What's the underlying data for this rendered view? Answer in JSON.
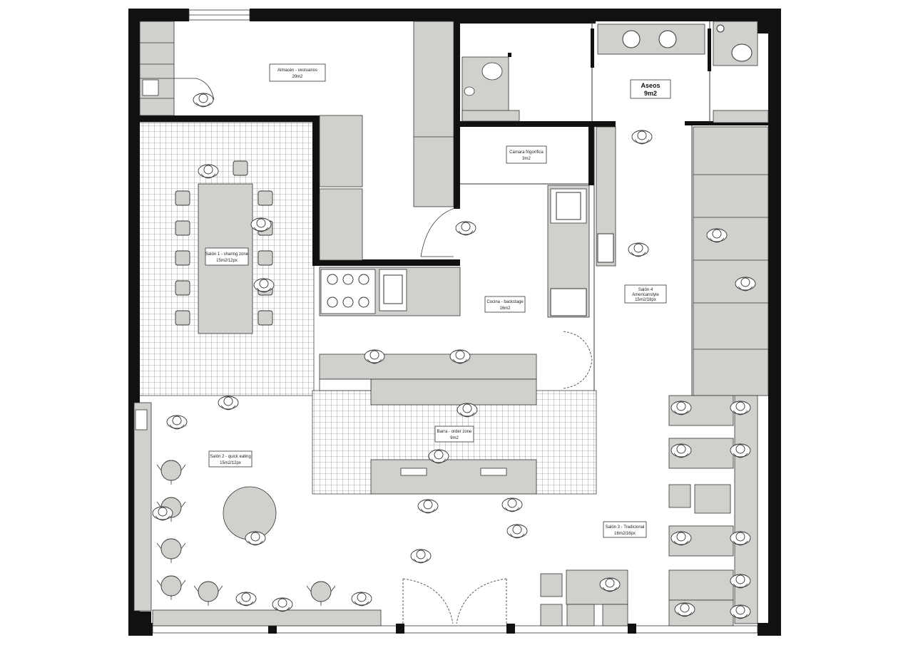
{
  "rooms": {
    "almacen": {
      "name": "Almacén - vestuarios",
      "area": "20m2"
    },
    "aseos": {
      "name": "Aseos",
      "area": "9m2"
    },
    "camara": {
      "name": "Cámara frigorífica",
      "area": "3m2"
    },
    "salon1": {
      "name": "Salón 1 - sharing zone",
      "area": "15m2/12px"
    },
    "cocina": {
      "name": "Cocina - backstage",
      "area": "16m2"
    },
    "salon4": {
      "name": "Salón 4",
      "area": "Americanstyle",
      "extra": "15m2/18px"
    },
    "barra": {
      "name": "Barra - order zone",
      "area": "9m2"
    },
    "salon2": {
      "name": "Salón 2 - quick eating",
      "area": "15m2/12px"
    },
    "salon3": {
      "name": "Salón 3 - Tradicional",
      "area": "16m2/16px"
    }
  },
  "colors": {
    "wall": "#111111",
    "furniture": "#d0d0cc",
    "line": "#333333",
    "tile": "#555555",
    "background": "#ffffff"
  }
}
